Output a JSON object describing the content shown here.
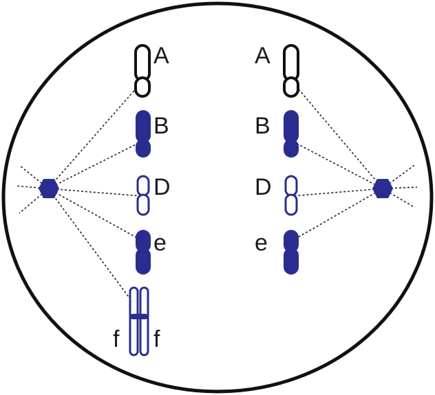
{
  "colors": {
    "cell_outline": "#111111",
    "dark_blue": "#2a2d8f",
    "black_chromosome": "#111111",
    "background": "#ffffff"
  },
  "labels": {
    "left": {
      "A": "A",
      "B": "B",
      "D": "D",
      "e": "e",
      "f_left": "f",
      "f_right": "f"
    },
    "right": {
      "A": "A",
      "B": "B",
      "D": "D",
      "e": "e"
    }
  },
  "icons": {
    "left_centrosome": "hexagon-centrosome",
    "right_centrosome": "hexagon-centrosome"
  }
}
